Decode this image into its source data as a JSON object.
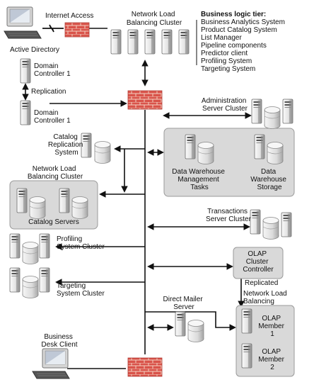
{
  "labels": {
    "internet_access": "Internet Access",
    "nlb_top": [
      "Network Load",
      "Balancing Cluster"
    ],
    "business_logic_title": "Business logic tier:",
    "business_logic_items": [
      "Business Analytics System",
      "Product Catalog System",
      "List Manager",
      "Pipeline components",
      "Predictor client",
      "Profiling System",
      "Targeting System"
    ],
    "active_directory": "Active Directory",
    "dc1": [
      "Domain",
      "Controller 1"
    ],
    "replication": "Replication",
    "dc2": [
      "Domain",
      "Controller 1"
    ],
    "admin_cluster": [
      "Administration",
      "Server Cluster"
    ],
    "catalog_replication": [
      "Catalog",
      "Replication",
      "System"
    ],
    "dw_tasks": [
      "Data Warehouse",
      "Management",
      "Tasks"
    ],
    "dw_storage": [
      "Data",
      "Warehouse",
      "Storage"
    ],
    "nlb_catalog": [
      "Network Load",
      "Balancing Cluster"
    ],
    "catalog_servers": "Catalog Servers",
    "transactions": [
      "Transactions",
      "Server Cluster"
    ],
    "profiling": [
      "Profiling",
      "System Cluster"
    ],
    "olap_controller": [
      "OLAP",
      "Cluster",
      "Controller"
    ],
    "replicated": "Replicated",
    "nlb_olap": [
      "Network Load",
      "Balancing"
    ],
    "targeting": [
      "Targeting",
      "System Cluster"
    ],
    "direct_mailer": [
      "Direct Mailer",
      "Server"
    ],
    "olap_member1": [
      "OLAP",
      "Member",
      "1"
    ],
    "olap_member2": [
      "OLAP",
      "Member",
      "2"
    ],
    "business_desk": [
      "Business",
      "Desk Client"
    ]
  },
  "colors": {
    "panel": "#d9d9d9",
    "server_light": "#f2f2f2",
    "server_dark": "#8c8c8c",
    "brick": "#d9534a",
    "mortar": "#f3d2c1"
  }
}
